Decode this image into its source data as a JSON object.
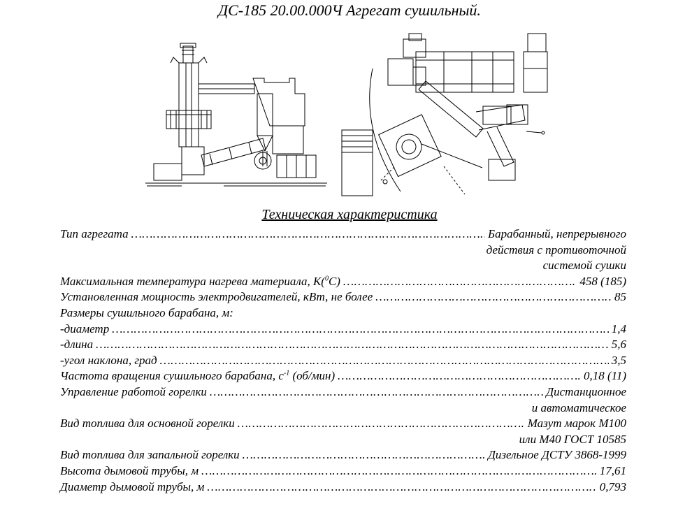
{
  "title": "ДС-185 20.00.000Ч Агрегат сушильный.",
  "section_title": "Техническая характеристика",
  "dots": "…………………………………………………………………………………………………………………………………………………………………………………",
  "specs": [
    {
      "label": "Тип агрегата",
      "value": "Барабанный, непрерывного",
      "cont": [
        "действия с противоточной",
        "системой сушки"
      ]
    },
    {
      "label_a": "Максимальная температура нагрева материала, К(",
      "label_sup": "0",
      "label_b": "С)",
      "value": "458 (185)"
    },
    {
      "label": "Установленная мощность электродвигателей, кВт, не более",
      "value": "85"
    },
    {
      "label": "Размеры сушильного барабана, м:"
    },
    {
      "label": "-диаметр",
      "value": "1,4"
    },
    {
      "label": "-длина",
      "value": "5,6"
    },
    {
      "label": "-угол наклона, град",
      "value": "3,5"
    },
    {
      "label_a": "Частота вращения сушильного барабана, с",
      "label_sup": "-1",
      "label_b": " (об/мин)",
      "value": "0,18 (11)"
    },
    {
      "label": "Управление работой горелки",
      "value": "Дистанционное",
      "cont": [
        "и автоматическое"
      ]
    },
    {
      "label": "Вид топлива для основной горелки",
      "value": "Мазут марок М100",
      "cont": [
        "или М40 ГОСТ 10585"
      ]
    },
    {
      "label": "Вид топлива для запальной горелки",
      "value": "Дизельное ДСТУ 3868-1999"
    },
    {
      "label": "Высота дымовой трубы, м",
      "value": "17,61"
    },
    {
      "label": "Диаметр дымовой трубы, м",
      "value": "0,793"
    }
  ]
}
